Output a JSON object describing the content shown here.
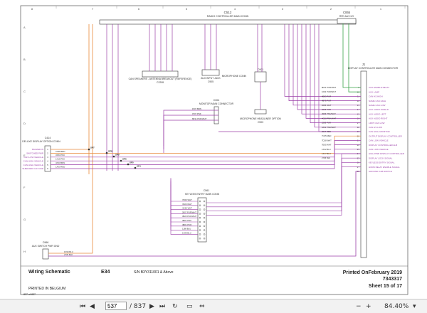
{
  "columns_top": [
    "8",
    "7",
    "6",
    "5",
    "4",
    "3",
    "2",
    "1"
  ],
  "rows_left": [
    "A",
    "B",
    "C",
    "D",
    "E",
    "F",
    "G",
    "H"
  ],
  "connectors": {
    "c512": {
      "id": "C512",
      "name": "RADIO CONTROLLER MAIN CONN"
    },
    "c065": {
      "id": "C065",
      "name": "RFD AUX I/O"
    },
    "j1": {
      "id": "J1",
      "name": "DISPLAY CONTROLLER MAIN CONNECTOR"
    },
    "c2208": {
      "name": "CAN SPEAKERS - ANTENNA BREAKOUT (REFERENCE)",
      "id": "C2208"
    },
    "c905": {
      "name": "AUX INPUT JACK",
      "id": "C905"
    },
    "c901": {
      "id": "C901",
      "name": "MICROPHONE CONN"
    },
    "c903": {
      "name": "MICROPHONE HEADLINER OPTION",
      "id": "C903"
    },
    "c304": {
      "id": "C304",
      "name": "MONITOR MAIN CONNECTOR"
    },
    "c414": {
      "id": "C414",
      "name": "DELUXE DISPLAY OPTION CONN"
    },
    "c561": {
      "id": "C561",
      "name": "KEYLESS ENTRY MAIN CONN"
    },
    "c966": {
      "id": "C966",
      "name": "AUX SWITCH PWR GND"
    }
  },
  "j1_pins": [
    {
      "n": "9",
      "label": "AUX ENABLE RELAY"
    },
    {
      "n": "10",
      "label": "AUX LAMP"
    },
    {
      "n": "11",
      "label": "CAN HS HIGH"
    },
    {
      "n": "12",
      "label": "NAME CAN HIGH"
    },
    {
      "n": "13",
      "label": "NAME CAN LOW"
    },
    {
      "n": "14",
      "label": "AUX AUDIO SHIELD"
    },
    {
      "n": "15",
      "label": "AUX AUDIO LEFT"
    },
    {
      "n": "16",
      "label": "AUX AUDIO RIGHT"
    },
    {
      "n": "17",
      "label": "LIMIT CAN LOW"
    },
    {
      "n": "18",
      "label": "CAN HS LOW"
    },
    {
      "n": "19",
      "label": "CAN HIGH MONITOR"
    },
    {
      "n": "20",
      "label": "OUTPUT DISPLAY CONTROLLER"
    },
    {
      "n": "21",
      "label": "CAN LOW VEHICLE"
    },
    {
      "n": "22",
      "label": "DISPLAY CONTROLLER ALB"
    },
    {
      "n": "23",
      "label": "CAN LOW VEHICLE"
    },
    {
      "n": "24",
      "label": "HIGH PWR DISPLAY CONTROLLER"
    },
    {
      "n": "25",
      "label": "DISPLAY LOCK SIGNAL"
    },
    {
      "n": "26",
      "label": "KEYLESS ENTRY SIGNAL"
    },
    {
      "n": "27",
      "label": "HORN RELAY ENABLE SIGNAL"
    },
    {
      "n": "28",
      "label": "GROUND CAB SWITCH"
    }
  ],
  "c414_pins": [
    {
      "n": "1",
      "label": "BUZZER IN"
    },
    {
      "n": "2",
      "label": "SWITCHED PWR"
    },
    {
      "n": "3",
      "label": "CAN LOW VEHICLE"
    },
    {
      "n": "4",
      "label": "CAN HIGH VEHICLE"
    },
    {
      "n": "5",
      "label": "CAN HIGH VEHICLE"
    },
    {
      "n": "6",
      "label": "SHIELDED CAN GND"
    }
  ],
  "wire_labels": {
    "c414": [
      "C305 BRN",
      "3X83 PNK",
      "1X16 PNK",
      "4X33 BRN",
      "1X03 RED"
    ],
    "c304": [
      "1507 BRN",
      "0707 PNK",
      "8R11 PUR/WHT"
    ],
    "j1": [
      "8R11 PUR/WHT",
      "1002 PUR/WHT",
      "4B85 PUR",
      "4B75 PUR",
      "2005 WHT",
      "2215 PUR",
      "2505 PNK/WHT",
      "4G20 PNK/WHT",
      "2205 PUR",
      "1801 PNK/WHT",
      "2017 RED",
      "7C05 RED",
      "7D28 WHT",
      "7E05 WHT",
      "1X22 BLU",
      "1X17 BLU",
      "2705 BLK"
    ],
    "c561": [
      "7D06 WHT",
      "7E06 WHT",
      "4G20 WHT",
      "2807 PUR/WHT",
      "3B23 PUR/WHT",
      "3B01 PNK",
      "4B01 PUR",
      "1188 BLU",
      "1X88 BLU"
    ],
    "c966": [
      "1X99 BLU",
      "2705 BLK"
    ]
  },
  "splices": [
    "SP7",
    "SP8",
    "SP9",
    "SP6",
    "SP5",
    "SP4"
  ],
  "title_block": {
    "title": "Wiring Schematic",
    "model": "E34",
    "serial": "S/N B3Y311001  & Above",
    "printed_on": "Printed OnFebruary 2019",
    "part_no": "7343317",
    "sheet": "Sheet 15 of 17",
    "printed_in": "PRINTED IN BELGIUM",
    "page_ref": "837 of 837"
  },
  "toolbar": {
    "page_value": "537",
    "page_total": "/ 837",
    "zoom": "84.40%"
  },
  "colors": {
    "purple": "#9b3fa8",
    "orange": "#e8893a",
    "green": "#3aa34a",
    "dark": "#333333"
  }
}
